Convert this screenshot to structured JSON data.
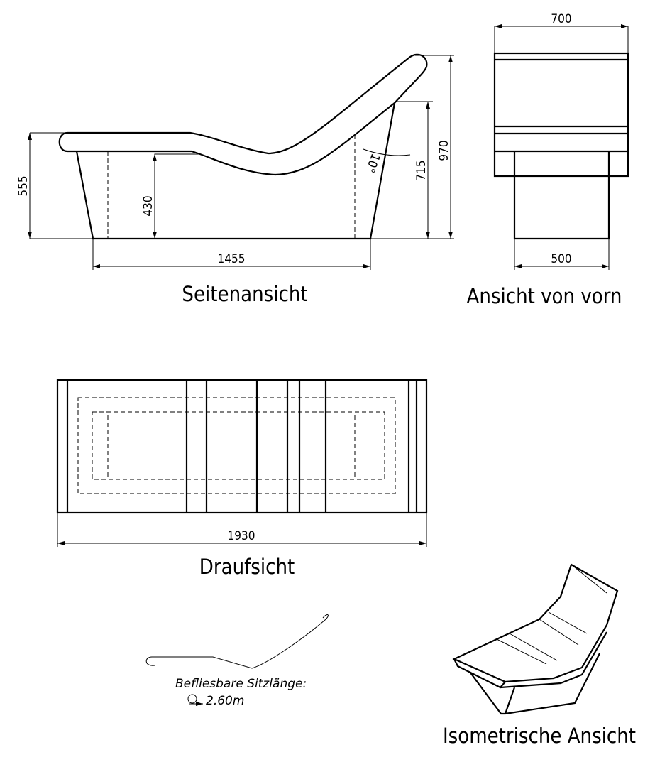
{
  "views": {
    "side": {
      "title": "Seitenansicht",
      "dims": {
        "height_left": "555",
        "seat_height": "430",
        "base_length": "1455",
        "back_height": "715",
        "total_height": "970",
        "angle": "10°"
      }
    },
    "front": {
      "title": "Ansicht von vorn",
      "dims": {
        "width_top": "700",
        "width_base": "500"
      }
    },
    "top": {
      "title": "Draufsicht",
      "dims": {
        "length": "1930"
      }
    },
    "iso": {
      "title": "Isometrische Ansicht"
    }
  },
  "note": {
    "label": "Befliesbare Sitzlänge:",
    "value": "2.60m"
  }
}
